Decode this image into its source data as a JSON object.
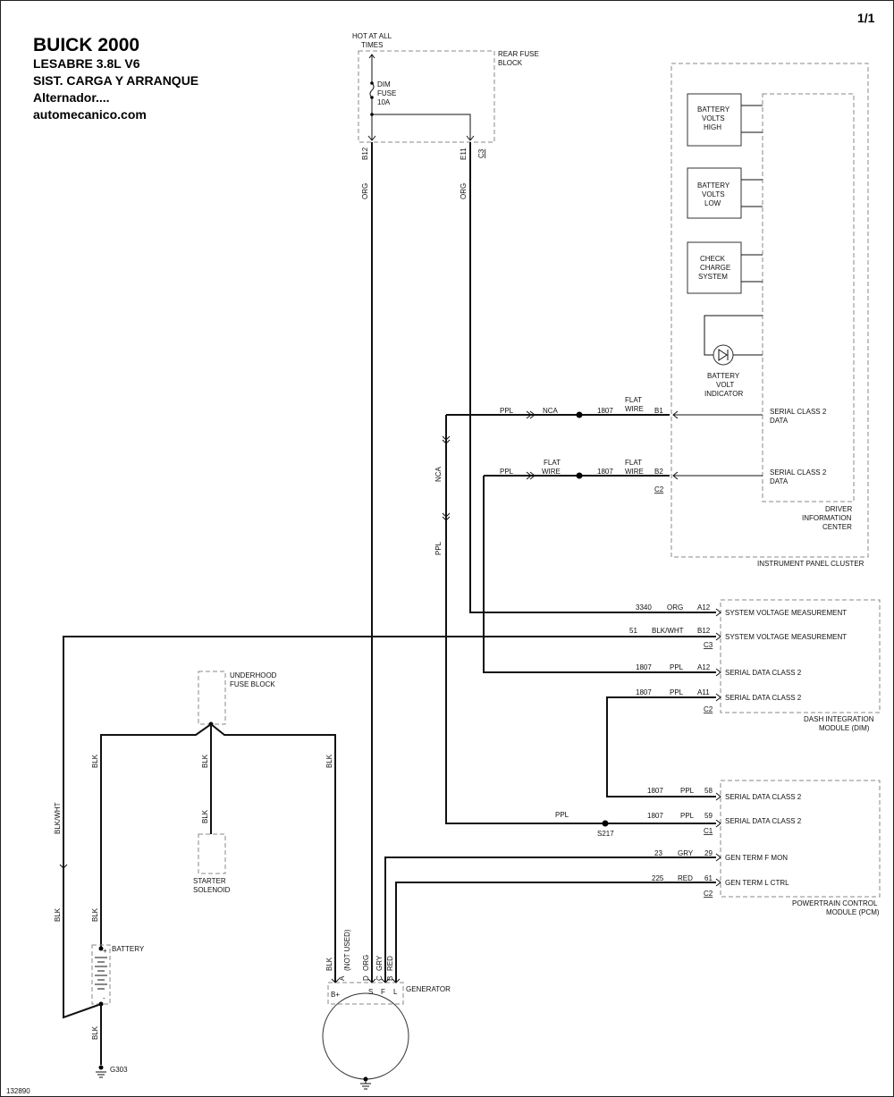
{
  "header": {
    "title": "BUICK 2000",
    "line2": "LESABRE  3.8L  V6",
    "line3": "SIST. CARGA Y ARRANQUE",
    "line4": "Alternador....",
    "line5": "automecanico.com",
    "page_number": "1/1",
    "figure_id": "132890"
  },
  "rear_fuse_block": {
    "hot_line1": "HOT AT ALL",
    "hot_line2": "TIMES",
    "title_line1": "REAR FUSE",
    "title_line2": "BLOCK",
    "fuse_line1": "DIM",
    "fuse_line2": "FUSE",
    "fuse_line3": "10A",
    "pin_left": "B12",
    "pin_right": "E11",
    "connector": "C3",
    "wire_left": "ORG",
    "wire_right": "ORG"
  },
  "instrument_cluster": {
    "label": "INSTRUMENT PANEL CLUSTER",
    "dic_line1": "DRIVER",
    "dic_line2": "INFORMATION",
    "dic_line3": "CENTER",
    "bvh": [
      "BATTERY",
      "VOLTS",
      "HIGH"
    ],
    "bvl": [
      "BATTERY",
      "VOLTS",
      "LOW"
    ],
    "ccs": [
      "CHECK",
      "CHARGE",
      "SYSTEM"
    ],
    "bvi": [
      "BATTERY",
      "VOLT",
      "INDICATOR"
    ],
    "data1_line1": "SERIAL CLASS 2",
    "data1_line2": "DATA",
    "data2_line1": "SERIAL CLASS 2",
    "data2_line2": "DATA",
    "pin_b1": "B1",
    "pin_b2": "B2",
    "connector": "C2"
  },
  "cluster_wiring": {
    "ppl_top": "PPL",
    "nca_top": "NCA",
    "circuit_top": "1807",
    "flat1": "FLAT",
    "wire1": "WIRE",
    "ppl_bot": "PPL",
    "flat2": "FLAT",
    "wire2": "WIRE",
    "circuit_bot": "1807",
    "flat3": "FLAT",
    "wire3": "WIRE",
    "vert_nca": "NCA",
    "vert_ppl": "PPL"
  },
  "dim": {
    "label_line1": "DASH INTEGRATION",
    "label_line2": "MODULE (DIM)",
    "rows": [
      {
        "circuit": "3340",
        "color": "ORG",
        "pin": "A12",
        "name": "SYSTEM VOLTAGE MEASUREMENT"
      },
      {
        "circuit": "51",
        "color": "BLK/WHT",
        "pin": "B12",
        "name": "SYSTEM VOLTAGE MEASUREMENT"
      },
      {
        "circuit": "1807",
        "color": "PPL",
        "pin": "A12",
        "name": "SERIAL DATA CLASS 2"
      },
      {
        "circuit": "1807",
        "color": "PPL",
        "pin": "A11",
        "name": "SERIAL DATA CLASS 2"
      }
    ],
    "connector_c3": "C3",
    "connector_c2": "C2"
  },
  "pcm": {
    "label_line1": "POWERTRAIN CONTROL",
    "label_line2": "MODULE (PCM)",
    "rows": [
      {
        "circuit": "1807",
        "color": "PPL",
        "pin": "58",
        "name": "SERIAL DATA CLASS 2"
      },
      {
        "circuit": "1807",
        "color": "PPL",
        "pin": "59",
        "name": "SERIAL DATA CLASS 2"
      },
      {
        "circuit": "23",
        "color": "GRY",
        "pin": "29",
        "name": "GEN TERM F MON"
      },
      {
        "circuit": "225",
        "color": "RED",
        "pin": "61",
        "name": "GEN TERM L CTRL"
      }
    ],
    "connector_c1": "C1",
    "connector_c2": "C2",
    "splice_color": "PPL",
    "splice": "S217"
  },
  "underhood": {
    "title_line1": "UNDERHOOD",
    "title_line2": "FUSE BLOCK",
    "blk_left": "BLK",
    "blk_mid1": "BLK",
    "blk_mid2": "BLK",
    "blk_right": "BLK",
    "starter_line1": "STARTER",
    "starter_line2": "SOLENOID"
  },
  "battery": {
    "label": "BATTERY",
    "blkwht": "BLK/WHT",
    "blk_low_left": "BLK",
    "blk_upper": "BLK",
    "blk_ground": "BLK",
    "plus": "+",
    "minus": "-",
    "ground": "G303"
  },
  "generator": {
    "label": "GENERATOR",
    "wire_blk": "BLK",
    "not_used": "(NOT USED)",
    "wire_org": "ORG",
    "wire_gry": "GRY",
    "wire_red": "RED",
    "pin_a": "A",
    "pin_d": "D",
    "pin_c": "C",
    "pin_b": "B",
    "term_bplus": "B+",
    "term_s": "S",
    "term_f": "F",
    "term_l": "L"
  }
}
